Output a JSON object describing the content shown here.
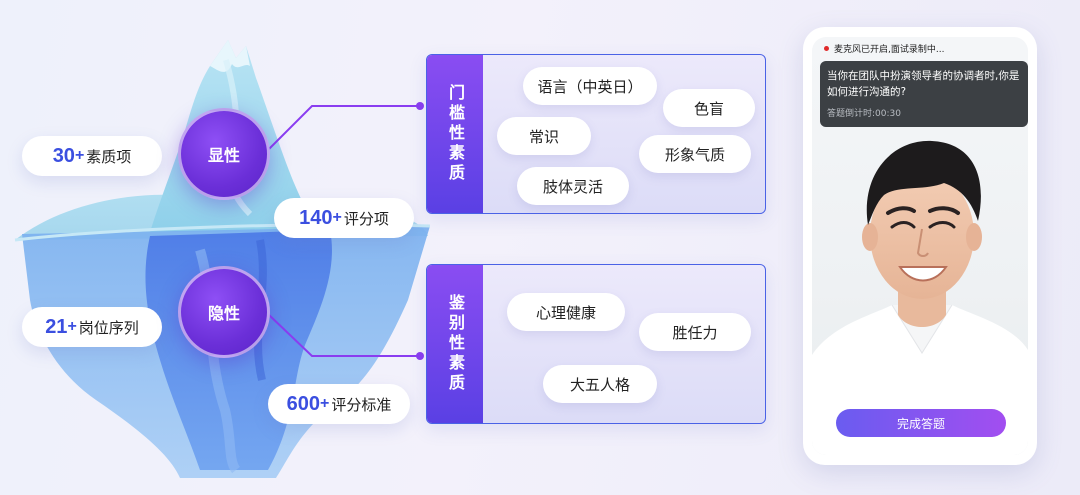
{
  "stats": {
    "s1": {
      "num": "30",
      "plus": "+",
      "label": "素质项"
    },
    "s2": {
      "num": "140",
      "plus": "+",
      "label": "评分项"
    },
    "s3": {
      "num": "21",
      "plus": "+",
      "label": "岗位序列"
    },
    "s4": {
      "num": "600",
      "plus": "+",
      "label": "评分标准"
    }
  },
  "circles": {
    "visible": "显性",
    "hidden": "隐性"
  },
  "panel_threshold": {
    "title": "门槛性素质",
    "tags": [
      "语言（中英日）",
      "色盲",
      "常识",
      "形象气质",
      "肢体灵活"
    ]
  },
  "panel_discriminating": {
    "title": "鉴别性素质",
    "tags": [
      "心理健康",
      "胜任力",
      "大五人格"
    ]
  },
  "phone": {
    "recording": "麦克风已开启,面试录制中...",
    "question": "当你在团队中扮演领导者的协调者时,你是如何进行沟通的?",
    "timer": "答题倒计时:00:30",
    "finish": "完成答题"
  }
}
